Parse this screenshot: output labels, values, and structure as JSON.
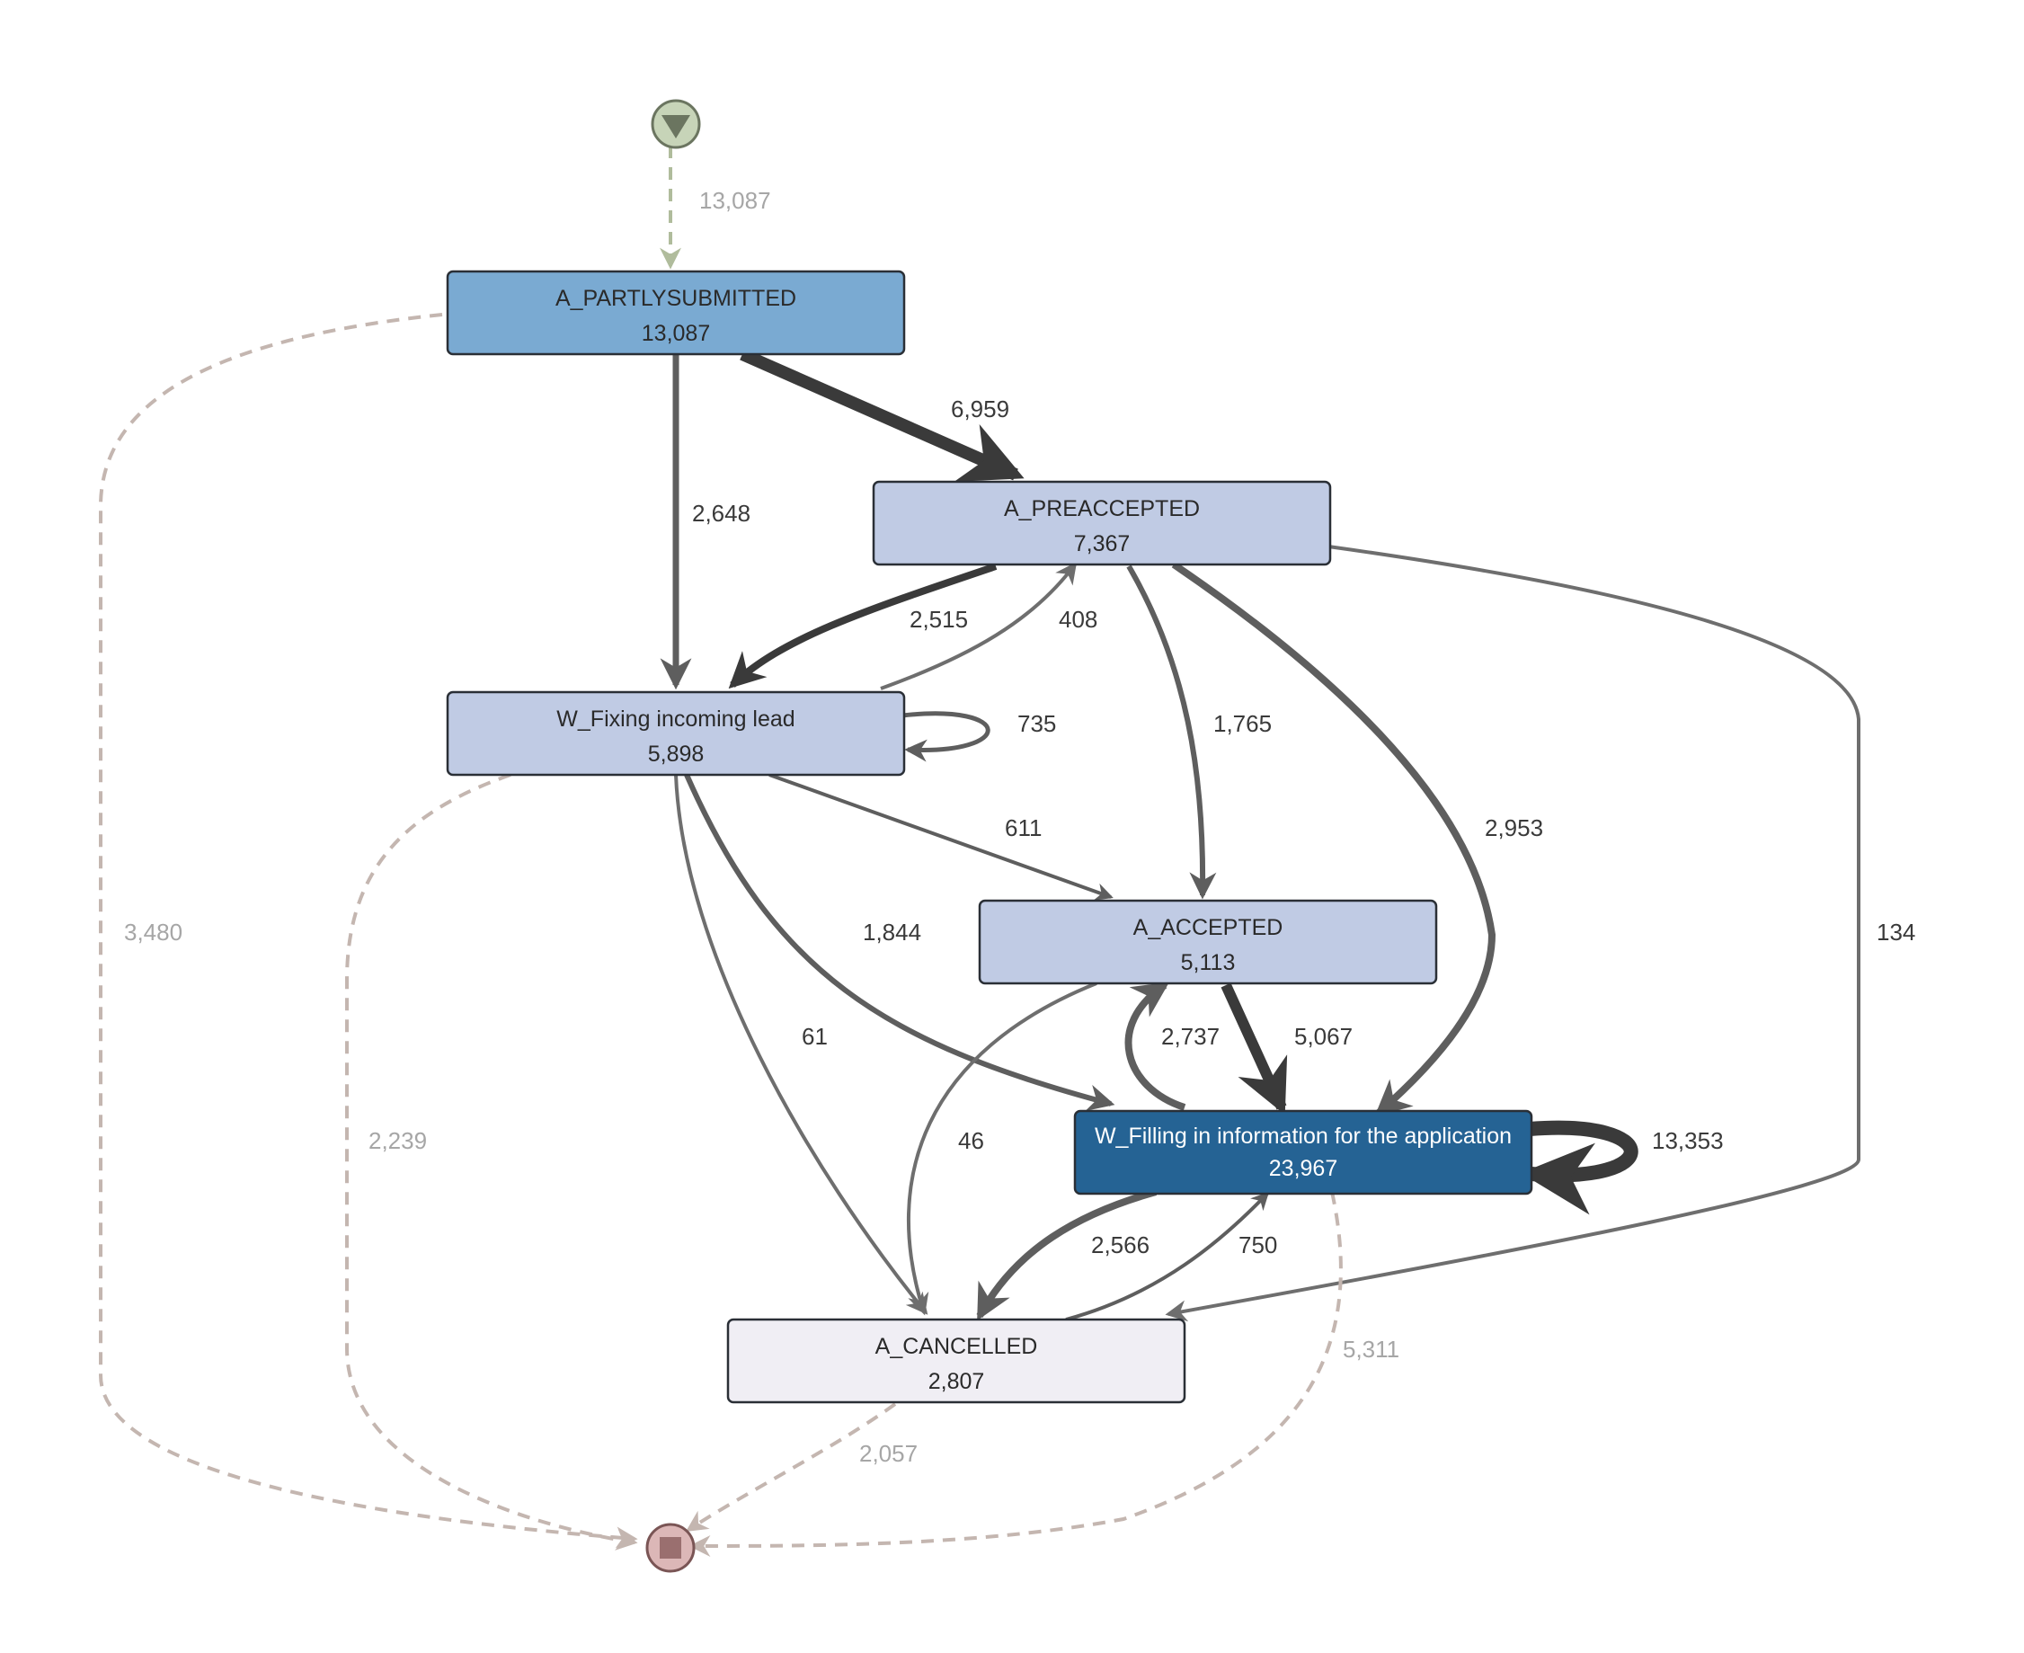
{
  "colors": {
    "start_fill": "#c7d4b8",
    "start_stroke": "#6b7560",
    "end_fill": "#dcb7b7",
    "end_stroke": "#7a5555",
    "node_border": "#2a2f36",
    "node_partly": "#7aaad2",
    "node_light": "#c0cbe4",
    "node_filling": "#256394",
    "node_cancelled": "#f0eef4",
    "edge_dark": "#3a3a3a",
    "edge_mid": "#5e5e5e",
    "edge_light": "#6e6e6e",
    "edge_dashed_end": "#c4b6b0",
    "edge_dashed_start": "#b0bc9c"
  },
  "nodes": {
    "start": {
      "icon": "start-triangle-icon"
    },
    "end": {
      "icon": "end-square-icon"
    },
    "partly_submitted": {
      "name": "A_PARTLYSUBMITTED",
      "count": "13,087"
    },
    "preaccepted": {
      "name": "A_PREACCEPTED",
      "count": "7,367"
    },
    "fixing_lead": {
      "name": "W_Fixing incoming lead",
      "count": "5,898"
    },
    "accepted": {
      "name": "A_ACCEPTED",
      "count": "5,113"
    },
    "filling_info": {
      "name": "W_Filling in information for the application",
      "count": "23,967"
    },
    "cancelled": {
      "name": "A_CANCELLED",
      "count": "2,807"
    }
  },
  "edges": {
    "start_to_partly": "13,087",
    "partly_to_preaccepted": "6,959",
    "partly_to_fixing": "2,648",
    "partly_to_end": "3,480",
    "preaccepted_to_fixing": "2,515",
    "fixing_to_preaccepted": "408",
    "fixing_self": "735",
    "preaccepted_to_accepted": "1,765",
    "preaccepted_to_filling": "2,953",
    "preaccepted_to_cancelled": "134",
    "fixing_to_accepted": "611",
    "fixing_to_filling": "1,844",
    "fixing_to_cancelled": "61",
    "fixing_to_end": "2,239",
    "filling_to_accepted": "2,737",
    "accepted_to_filling": "5,067",
    "accepted_to_cancelled": "46",
    "filling_self": "13,353",
    "filling_to_cancelled": "2,566",
    "cancelled_to_filling": "750",
    "filling_to_end": "5,311",
    "cancelled_to_end": "2,057"
  }
}
